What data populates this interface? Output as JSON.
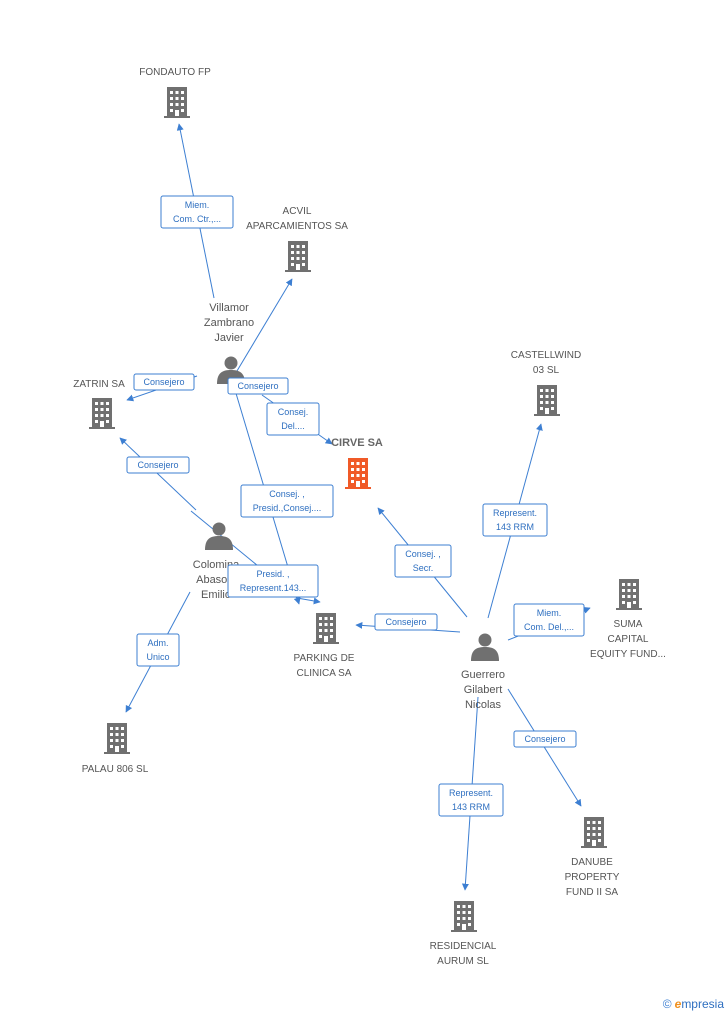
{
  "colors": {
    "edge": "#3d7fd2",
    "building": "#707070",
    "main_building": "#f05a28",
    "person": "#707070"
  },
  "companies": [
    {
      "id": "fondauto",
      "lines": [
        "FONDAUTO FP"
      ]
    },
    {
      "id": "acvil",
      "lines": [
        "ACVIL",
        "APARCAMIENTOS SA"
      ]
    },
    {
      "id": "zatrin",
      "lines": [
        "ZATRIN SA"
      ]
    },
    {
      "id": "cirve",
      "lines": [
        "CIRVE SA"
      ],
      "main": true
    },
    {
      "id": "castellwind",
      "lines": [
        "CASTELLWIND",
        "03 SL"
      ]
    },
    {
      "id": "suma",
      "lines": [
        "SUMA",
        "CAPITAL",
        "EQUITY FUND..."
      ]
    },
    {
      "id": "parking",
      "lines": [
        "PARKING DE",
        "CLINICA SA"
      ]
    },
    {
      "id": "palau",
      "lines": [
        "PALAU 806 SL"
      ]
    },
    {
      "id": "danube",
      "lines": [
        "DANUBE",
        "PROPERTY",
        "FUND II SA"
      ]
    },
    {
      "id": "residencial",
      "lines": [
        "RESIDENCIAL",
        "AURUM SL"
      ]
    }
  ],
  "persons": [
    {
      "id": "villamor",
      "lines": [
        "Villamor",
        "Zambrano",
        "Javier"
      ]
    },
    {
      "id": "colomina",
      "lines": [
        "Colomina",
        "Abasolo",
        "Emilio"
      ]
    },
    {
      "id": "guerrero",
      "lines": [
        "Guerrero",
        "Gilabert",
        "Nicolas"
      ]
    }
  ],
  "relations": [
    {
      "id": "r1",
      "lines": [
        "Miem.",
        "Com. Ctr.,..."
      ]
    },
    {
      "id": "r2",
      "lines": [
        "Consejero"
      ]
    },
    {
      "id": "r3",
      "lines": [
        "Consejero"
      ]
    },
    {
      "id": "r4",
      "lines": [
        "Consej.",
        "Del...."
      ]
    },
    {
      "id": "r5",
      "lines": [
        "Consejero"
      ]
    },
    {
      "id": "r6",
      "lines": [
        "Consej. ,",
        "Presid.,Consej...."
      ]
    },
    {
      "id": "r7",
      "lines": [
        "Presid. ,",
        "Represent.143..."
      ]
    },
    {
      "id": "r8",
      "lines": [
        "Adm.",
        "Unico"
      ]
    },
    {
      "id": "r9",
      "lines": [
        "Consej. ,",
        "Secr."
      ]
    },
    {
      "id": "r10",
      "lines": [
        "Represent.",
        "143 RRM"
      ]
    },
    {
      "id": "r11",
      "lines": [
        "Miem.",
        "Com. Del.,..."
      ]
    },
    {
      "id": "r12",
      "lines": [
        "Consejero"
      ]
    },
    {
      "id": "r13",
      "lines": [
        "Consejero"
      ]
    },
    {
      "id": "r14",
      "lines": [
        "Represent.",
        "143 RRM"
      ]
    }
  ],
  "watermark": {
    "symbol": "©",
    "brand_initial": "e",
    "brand_rest": "mpresia"
  }
}
